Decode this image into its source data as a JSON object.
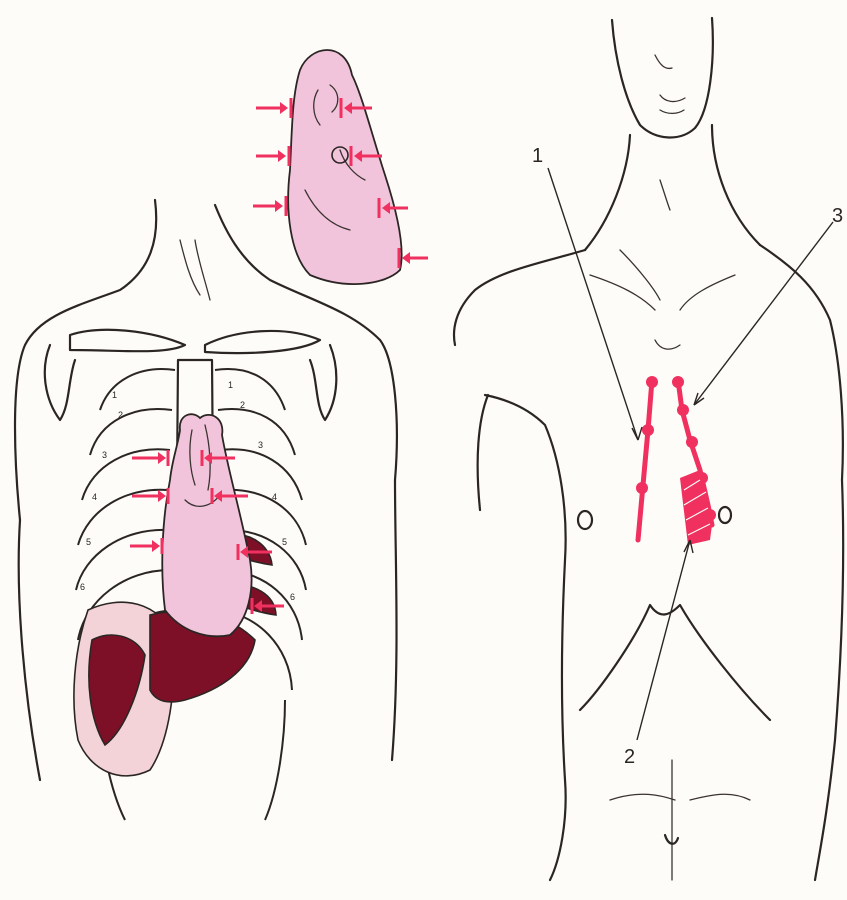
{
  "labels": {
    "label_1": "1",
    "label_2": "2",
    "label_3": "3"
  },
  "colors": {
    "heart_fill": "#f2c4dc",
    "liver_fill": "#7d1026",
    "percussion_arrow": "#f0305f",
    "lung_fill": "#f3d3d7"
  },
  "icons": {
    "percussion_arrow": "arrow-to-bar-icon",
    "leader_line": "pointer-line"
  }
}
